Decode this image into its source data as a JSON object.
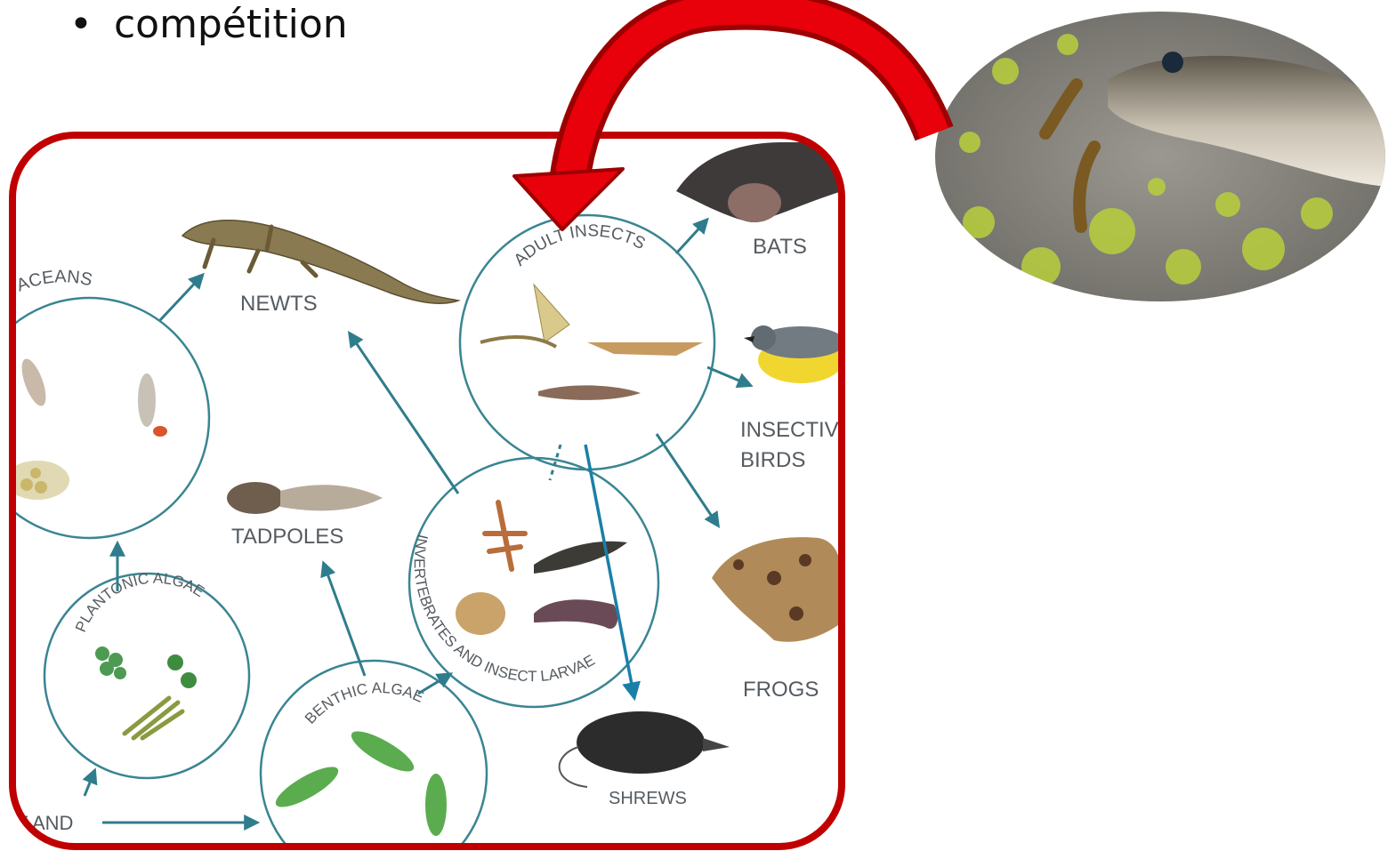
{
  "slide": {
    "bullet_char": "•",
    "bullet_text": "compétition"
  },
  "food_web": {
    "nodes": {
      "newts": "NEWTS",
      "crustaceans": "RUSTACEANS",
      "adult_insects": "ADULT INSECTS",
      "bats": "BATS",
      "insectivorous_birds_line1": "INSECTIV",
      "insectivorous_birds_line2": "BIRDS",
      "tadpoles": "TADPOLES",
      "invertebrates": "INVERTEBRATES AND INSECT LARVAE",
      "frogs": "FROGS",
      "planktonic_algae": "PLANTONIC ALGAE",
      "benthic_algae": "BENTHIC ALGAE",
      "shrews": "SHREWS",
      "source": "T AND"
    }
  },
  "colors": {
    "frame_red": "#c00000",
    "curved_arrow_red": "#e8000a",
    "flow_arrow_teal": "#2f7d8c",
    "shrew_arrow_blue": "#1a7fa8",
    "circle_stroke": "#3a8592"
  },
  "photo": {
    "subject": "trout-eating-insect-larva-photo"
  }
}
